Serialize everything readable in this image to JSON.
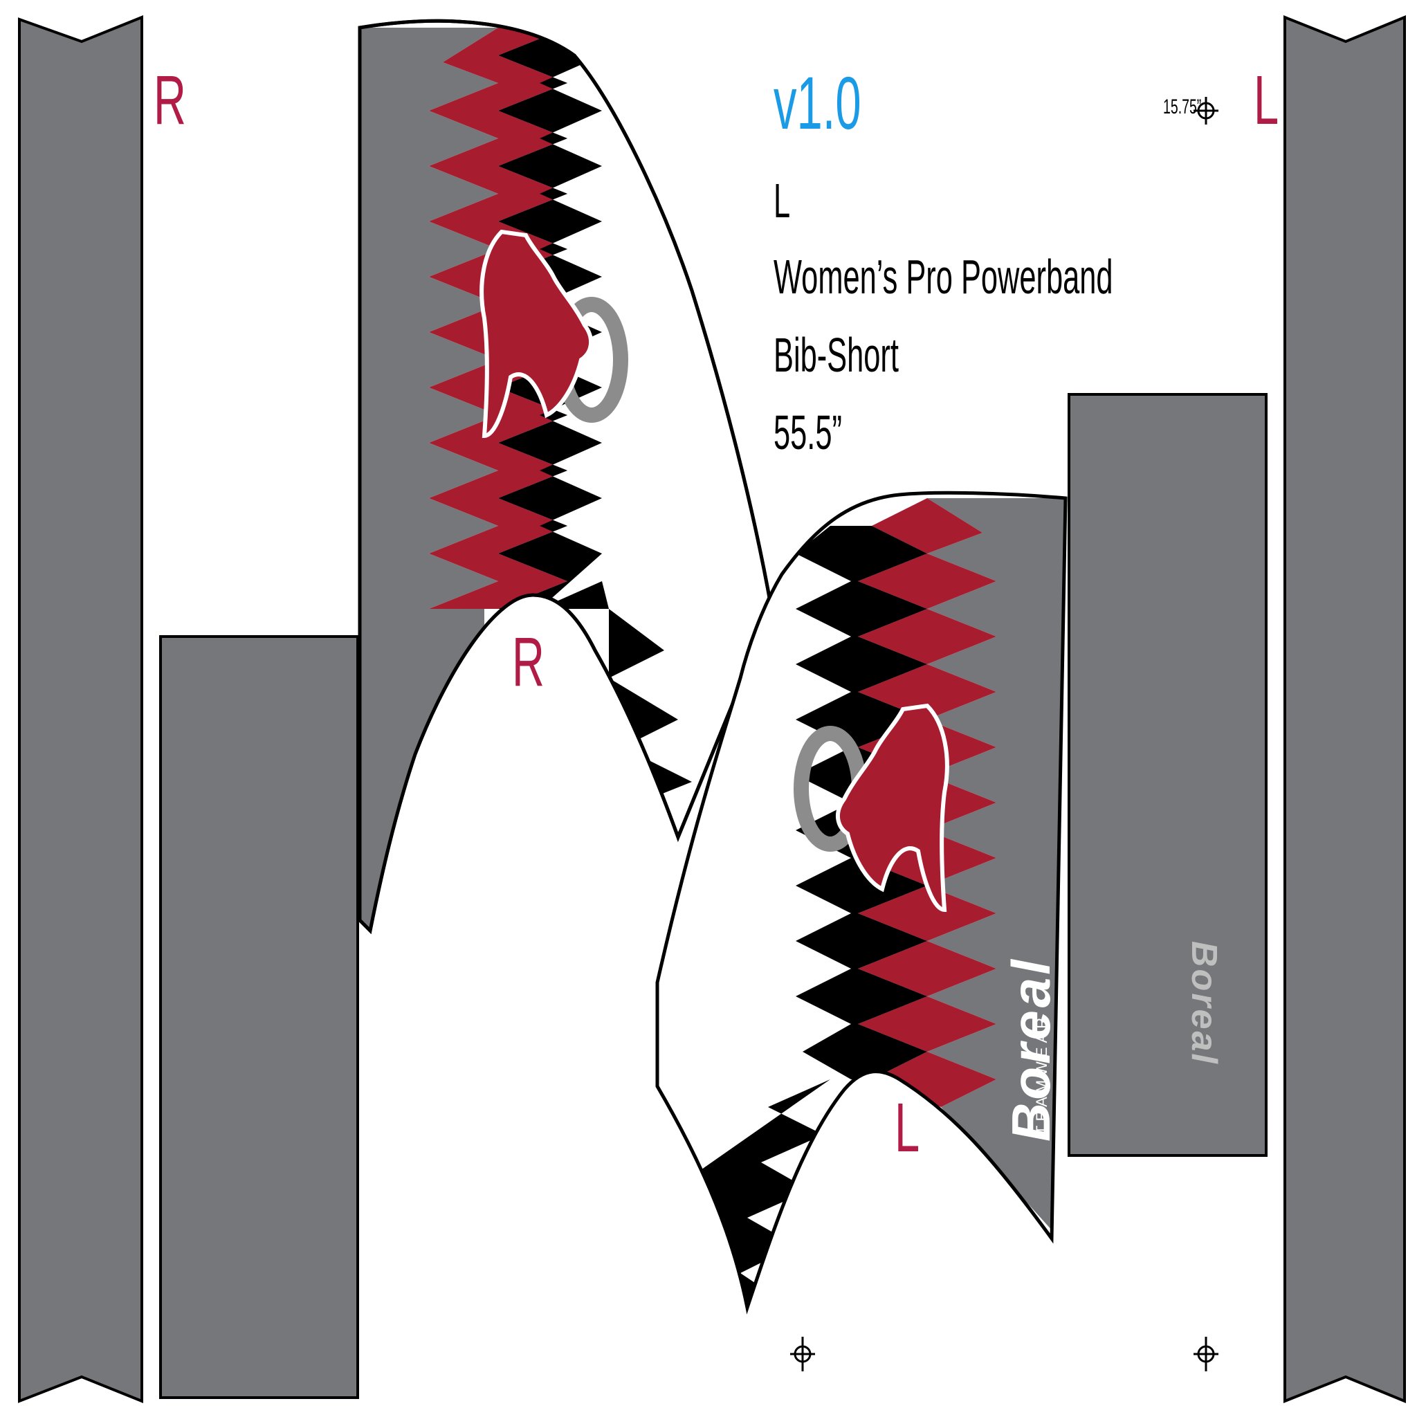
{
  "header": {
    "version": "v1.0",
    "size": "L",
    "product_line1": "Women’s Pro Powerband",
    "product_line2": "Bib-Short",
    "length": "55.5”"
  },
  "measurement": {
    "waist": "15.75”"
  },
  "panel_labels": {
    "right_top": "R",
    "left_top": "L",
    "right_leg": "R",
    "left_leg": "L"
  },
  "branding": {
    "logo": "Boreal",
    "sub": "TEAMWEAR"
  },
  "colors": {
    "panel_gray": "#76777a",
    "accent_red": "#a81c30",
    "jagged_black": "#000000",
    "version_blue": "#1b9be6",
    "letter_red": "#b01c45",
    "ring_gray": "#8c8c8c"
  },
  "icons": [
    "registration-mark-icon",
    "cyclist-silhouette-icon",
    "wheel-ring-icon",
    "brand-logo-icon"
  ]
}
